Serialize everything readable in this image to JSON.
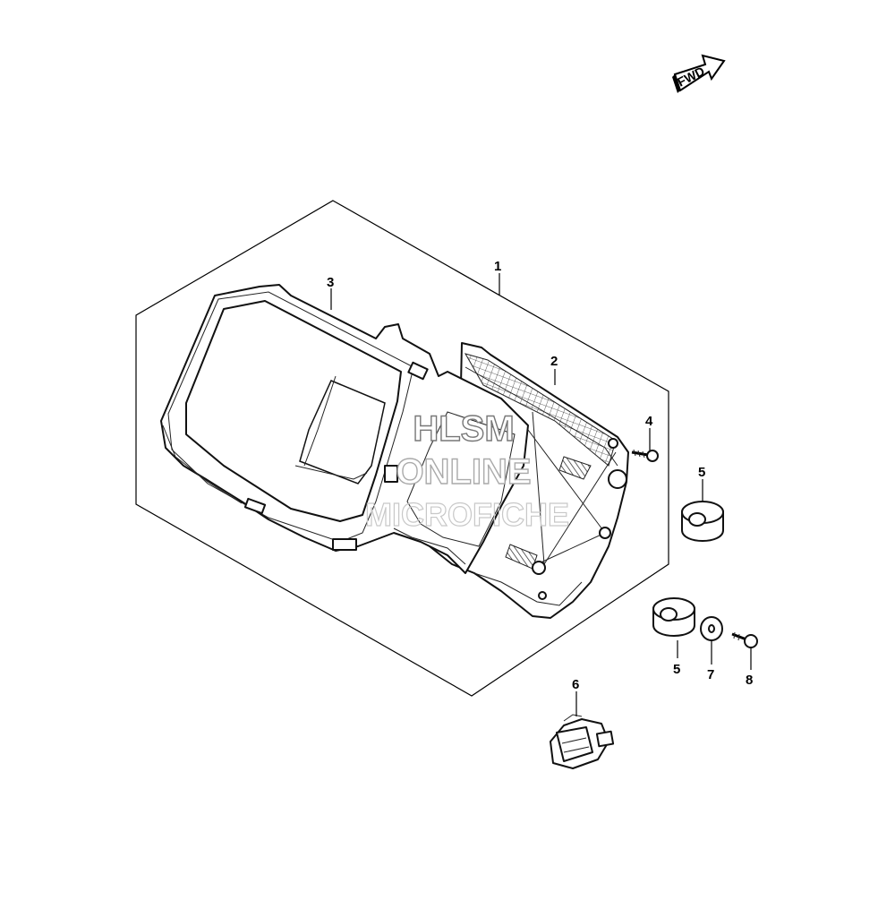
{
  "fwd_label": "FWD",
  "callouts": [
    {
      "id": "callout-1",
      "label": "1"
    },
    {
      "id": "callout-2",
      "label": "2"
    },
    {
      "id": "callout-3",
      "label": "3"
    },
    {
      "id": "callout-4",
      "label": "4"
    },
    {
      "id": "callout-5-upper",
      "label": "5"
    },
    {
      "id": "callout-5-lower",
      "label": "5"
    },
    {
      "id": "callout-6",
      "label": "6"
    },
    {
      "id": "callout-7",
      "label": "7"
    },
    {
      "id": "callout-8",
      "label": "8"
    }
  ],
  "watermark": {
    "line1": "HLSM",
    "line2": "ONLINE",
    "line3": "MICROFICHE"
  }
}
